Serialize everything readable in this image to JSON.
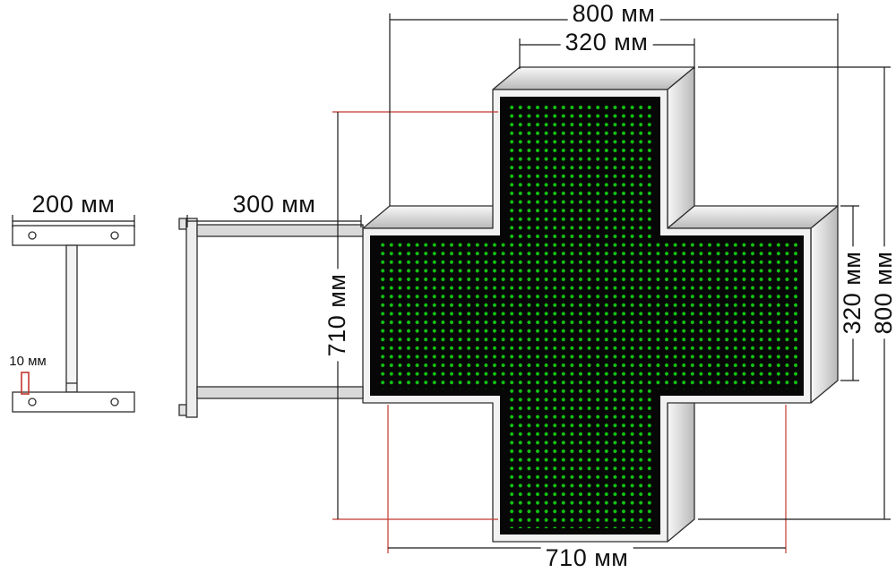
{
  "diagram": {
    "subject": "pharmacy-led-cross-dimension-drawing",
    "labels": {
      "overall_width": "800 мм",
      "arm_width_top": "320 мм",
      "bracket_plate_width": "200 мм",
      "bracket_arm_length": "300 мм",
      "led_area_height": "710 мм",
      "arm_width_right": "320 мм",
      "overall_height": "800 мм",
      "led_area_width": "710 мм",
      "plate_thickness": "10 мм"
    },
    "colors": {
      "led_dot": "#12c312",
      "display_face": "#070707",
      "frame_face": "#f2f2f2",
      "metal_light": "#f8f8f8",
      "metal_dark": "#b9b9b9",
      "outline": "#2e2e2e",
      "dimension": "#1a1a1a",
      "accent_red": "#c2392e"
    }
  }
}
